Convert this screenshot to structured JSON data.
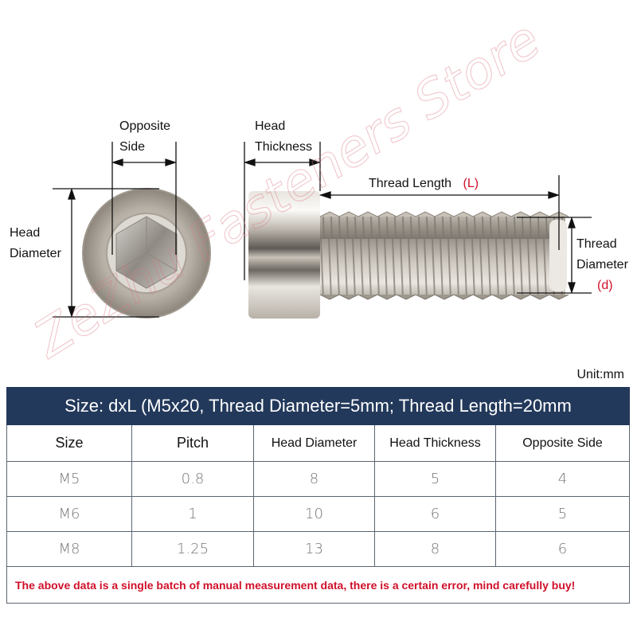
{
  "diagram": {
    "labels": {
      "opposite_side_line1": "Opposite",
      "opposite_side_line2": "Side",
      "head_thickness_line1": "Head",
      "head_thickness_line2": "Thickness",
      "head_diameter_line1": "Head",
      "head_diameter_line2": "Diameter",
      "thread_length": "Thread Length",
      "thread_length_symbol": "(L)",
      "thread_diameter_line1": "Thread",
      "thread_diameter_line2": "Diameter",
      "thread_diameter_symbol": "(d)"
    },
    "watermark": "ZeZhu Fasteners Store"
  },
  "unit": "Unit:mm",
  "table": {
    "title": "Size: dxL (M5x20, Thread Diameter=5mm; Thread Length=20mm",
    "columns": [
      "Size",
      "Pitch",
      "Head Diameter",
      "Head Thickness",
      "Opposite Side"
    ],
    "rows": [
      [
        "M5",
        "0.8",
        "8",
        "5",
        "4"
      ],
      [
        "M6",
        "1",
        "10",
        "6",
        "5"
      ],
      [
        "M8",
        "1.25",
        "13",
        "8",
        "6"
      ]
    ],
    "note": "The above data is a single batch of manual measurement data, there is a certain error, mind carefully buy!"
  },
  "colors": {
    "header_bg": "#23395b",
    "note_red": "#d0102a",
    "border": "#5b6570"
  }
}
